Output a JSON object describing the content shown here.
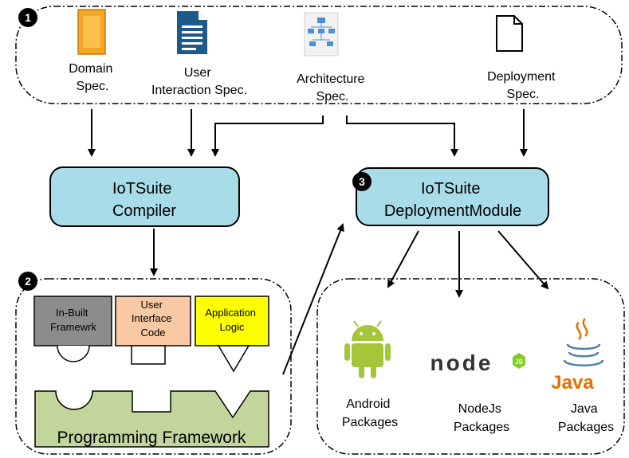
{
  "specs": {
    "domain": [
      "Domain",
      "Spec."
    ],
    "user_interaction": [
      "User",
      "Interaction Spec."
    ],
    "architecture": [
      "Architecture",
      "Spec."
    ],
    "deployment": [
      "Deployment",
      "Spec."
    ]
  },
  "badges": [
    "1",
    "2",
    "3"
  ],
  "compiler": [
    "IoTSuite",
    "Compiler"
  ],
  "deployment_module": [
    "IoTSuite",
    "DeploymentModule"
  ],
  "framework": {
    "inbuilt": [
      "In-Built",
      "Framewrk"
    ],
    "ui_code": [
      "User",
      "Interface",
      "Code"
    ],
    "app_logic": [
      "Application",
      "Logic"
    ],
    "title": "Programming Framework"
  },
  "packages": {
    "android": [
      "Android",
      "Packages"
    ],
    "nodejs": [
      "NodeJs",
      "Packages"
    ],
    "java": [
      "Java",
      "Packages"
    ],
    "node_logo": "node",
    "js_logo": "JS",
    "java_logo": "Java"
  },
  "colors": {
    "box_fill": "#a8dce9",
    "inbuilt_fill": "#8c8c8c",
    "ui_fill": "#f8c9a3",
    "logic_fill": "#ffff00",
    "framework_fill": "#c2d69b",
    "android_green": "#a4c639",
    "java_orange": "#e76f00",
    "java_blue": "#5382a1",
    "doc_blue": "#1d5a8a",
    "domain_orange": "#f5a623"
  }
}
